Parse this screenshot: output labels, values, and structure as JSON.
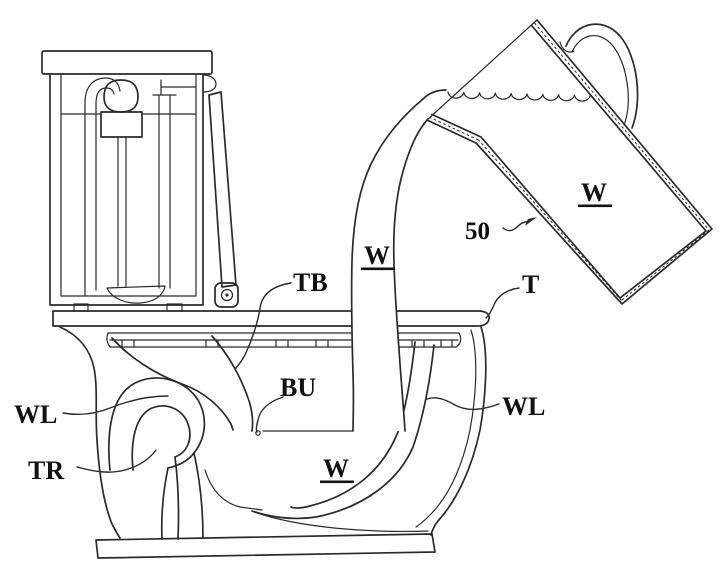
{
  "figure": {
    "kind": "patent-line-drawing",
    "background_color": "#ffffff",
    "stroke_color": "#2a2a2a",
    "label_color": "#111111"
  },
  "labels": {
    "tb": "TB",
    "t": "T",
    "ref_50": "50",
    "w_bucket": "W",
    "w_stream": "W",
    "w_bowl": "W",
    "wl_left": "WL",
    "wl_right": "WL",
    "bu": "BU",
    "tr": "TR"
  }
}
